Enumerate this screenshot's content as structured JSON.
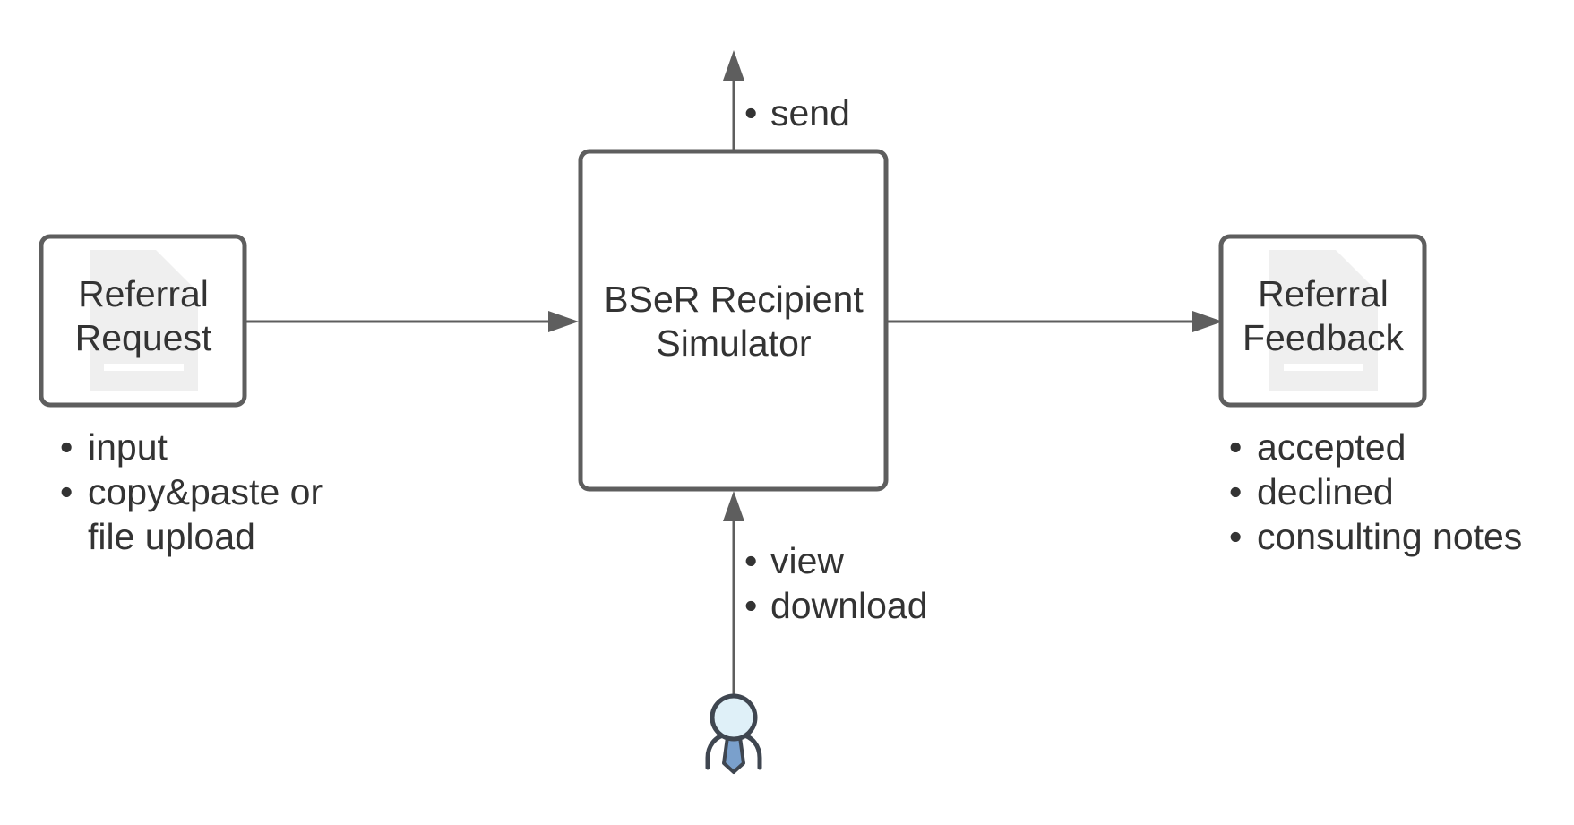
{
  "nodes": {
    "request": {
      "line1": "Referral",
      "line2": "Request"
    },
    "simulator": {
      "line1": "BSeR Recipient",
      "line2": "Simulator"
    },
    "feedback": {
      "line1": "Referral",
      "line2": "Feedback"
    }
  },
  "annotations": {
    "request_bullets": [
      "input",
      "copy&paste or",
      "file upload"
    ],
    "send_bullets": [
      "send"
    ],
    "user_bullets": [
      "view",
      "download"
    ],
    "feedback_bullets": [
      "accepted",
      "declined",
      "consulting notes"
    ]
  },
  "bullet_char": "•",
  "colors": {
    "stroke": "#5e5e5e",
    "text": "#333333",
    "doc_glyph": "#efefef",
    "person_head": "#dff0f8",
    "person_tie": "#7aa0cc"
  },
  "icons": {
    "request": "document-icon",
    "feedback": "document-icon",
    "user": "person-icon"
  }
}
